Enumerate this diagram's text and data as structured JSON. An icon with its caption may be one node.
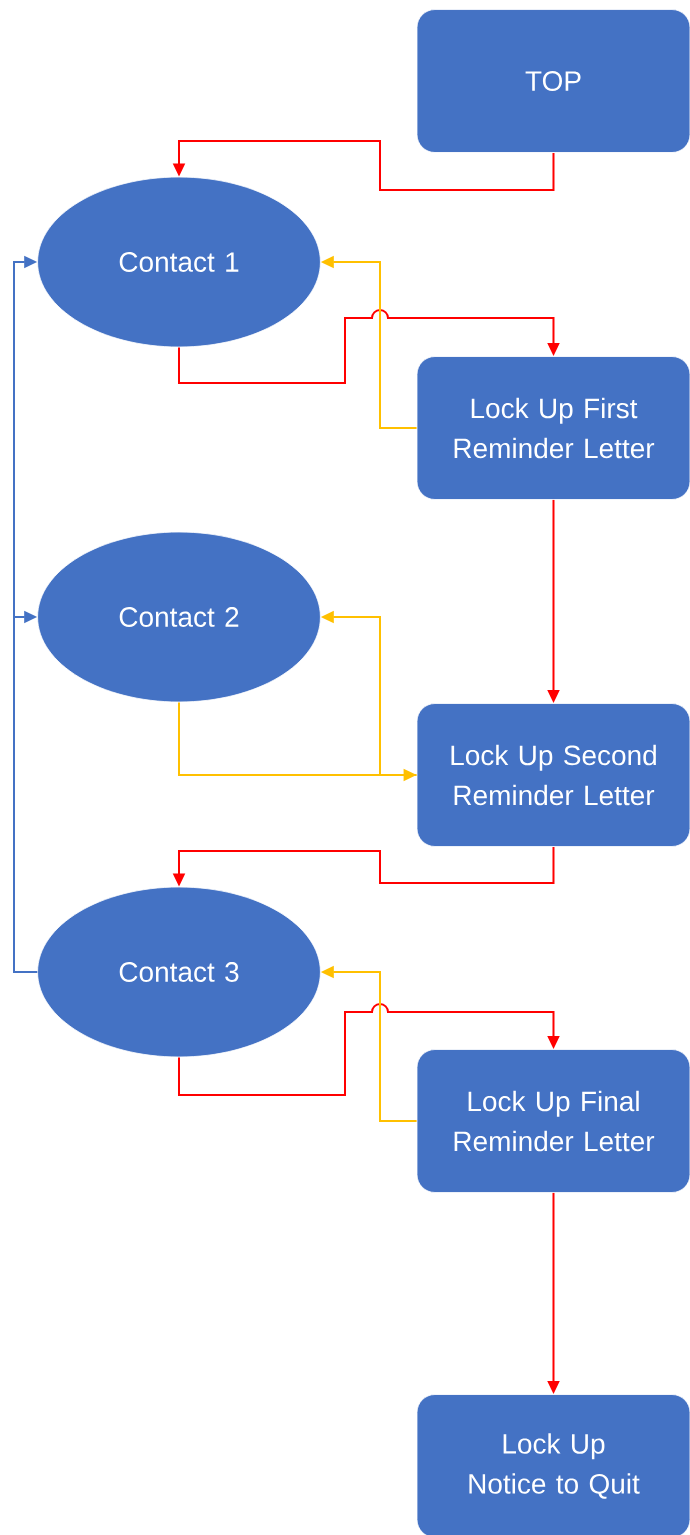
{
  "diagram": {
    "nodes": [
      {
        "text": [
          "TOP"
        ]
      },
      {
        "text": [
          "Contact 1"
        ]
      },
      {
        "text": [
          "Lock Up First Reminder Letter"
        ]
      },
      {
        "text": [
          "Contact 2"
        ]
      },
      {
        "text": [
          "Lock Up Second Reminder Letter"
        ]
      },
      {
        "text": [
          "Contact 3"
        ]
      },
      {
        "text": [
          "Lock Up Final Reminder Letter"
        ]
      },
      {
        "text": [
          "Lock Up Notice to Quit"
        ]
      }
    ],
    "edges": [
      {
        "from": 0,
        "to": 1,
        "arrow": "to"
      },
      {
        "from": 1,
        "to": 2,
        "arrow": "to"
      },
      {
        "from": 2,
        "to": 1,
        "arrow": "to",
        "color": "#ffc000"
      },
      {
        "from": 2,
        "to": 4,
        "arrow": "to"
      },
      {
        "from": 3,
        "to": 4,
        "arrow": "to",
        "color": "#ffc000"
      },
      {
        "from": 4,
        "to": 3,
        "arrow": "to",
        "color": "#ffc000"
      },
      {
        "from": 4,
        "to": 5,
        "arrow": "to"
      },
      {
        "from": 5,
        "to": 6,
        "arrow": "to"
      },
      {
        "from": 6,
        "to": 5,
        "arrow": "to",
        "color": "#ffc000"
      },
      {
        "from": 6,
        "to": 7,
        "arrow": "to"
      },
      {
        "from": 5,
        "to": 1,
        "arrow": "to",
        "color": "#4472c4"
      },
      {
        "from": 5,
        "to": 3,
        "arrow": "to",
        "color": "#4472c4"
      }
    ]
  }
}
